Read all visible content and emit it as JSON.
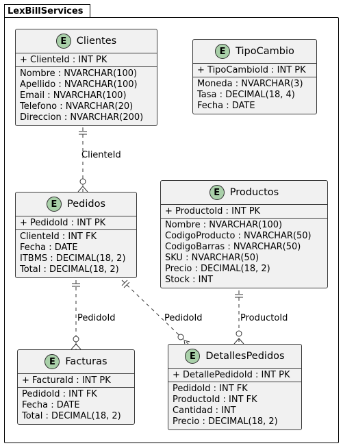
{
  "package": {
    "name": "LexBillServices"
  },
  "entities": {
    "clientes": {
      "badge": "E",
      "name": "Clientes",
      "pk": "+ ClienteId : INT PK",
      "attributes": [
        "Nombre : NVARCHAR(100)",
        "Apellido : NVARCHAR(100)",
        "Email : NVARCHAR(100)",
        "Telefono : NVARCHAR(20)",
        "Direccion : NVARCHAR(200)"
      ]
    },
    "tipocambio": {
      "badge": "E",
      "name": "TipoCambio",
      "pk": "+ TipoCambioId : INT PK",
      "attributes": [
        "Moneda : NVARCHAR(3)",
        "Tasa : DECIMAL(18, 4)",
        "Fecha : DATE"
      ]
    },
    "pedidos": {
      "badge": "E",
      "name": "Pedidos",
      "pk": "+ PedidoId : INT PK",
      "attributes": [
        "ClienteId : INT FK",
        "Fecha : DATE",
        "ITBMS : DECIMAL(18, 2)",
        "Total : DECIMAL(18, 2)"
      ]
    },
    "productos": {
      "badge": "E",
      "name": "Productos",
      "pk": "+ ProductoId : INT PK",
      "attributes": [
        "Nombre : NVARCHAR(100)",
        "CodigoProducto : NVARCHAR(50)",
        "CodigoBarras : NVARCHAR(50)",
        "SKU : NVARCHAR(50)",
        "Precio : DECIMAL(18, 2)",
        "Stock : INT"
      ]
    },
    "facturas": {
      "badge": "E",
      "name": "Facturas",
      "pk": "+ FacturaId : INT PK",
      "attributes": [
        "PedidoId : INT FK",
        "Fecha : DATE",
        "Total : DECIMAL(18, 2)"
      ]
    },
    "detallespedidos": {
      "badge": "E",
      "name": "DetallesPedidos",
      "pk": "+ DetallePedidoId : INT PK",
      "attributes": [
        "PedidoId : INT FK",
        "ProductoId : INT FK",
        "Cantidad : INT",
        "Precio : DECIMAL(18, 2)"
      ]
    }
  },
  "relationships": [
    {
      "from": "Clientes",
      "to": "Pedidos",
      "label": "ClienteId"
    },
    {
      "from": "Pedidos",
      "to": "Facturas",
      "label": "PedidoId"
    },
    {
      "from": "Pedidos",
      "to": "DetallesPedidos",
      "label": "PedidoId"
    },
    {
      "from": "Productos",
      "to": "DetallesPedidos",
      "label": "ProductoId"
    }
  ]
}
